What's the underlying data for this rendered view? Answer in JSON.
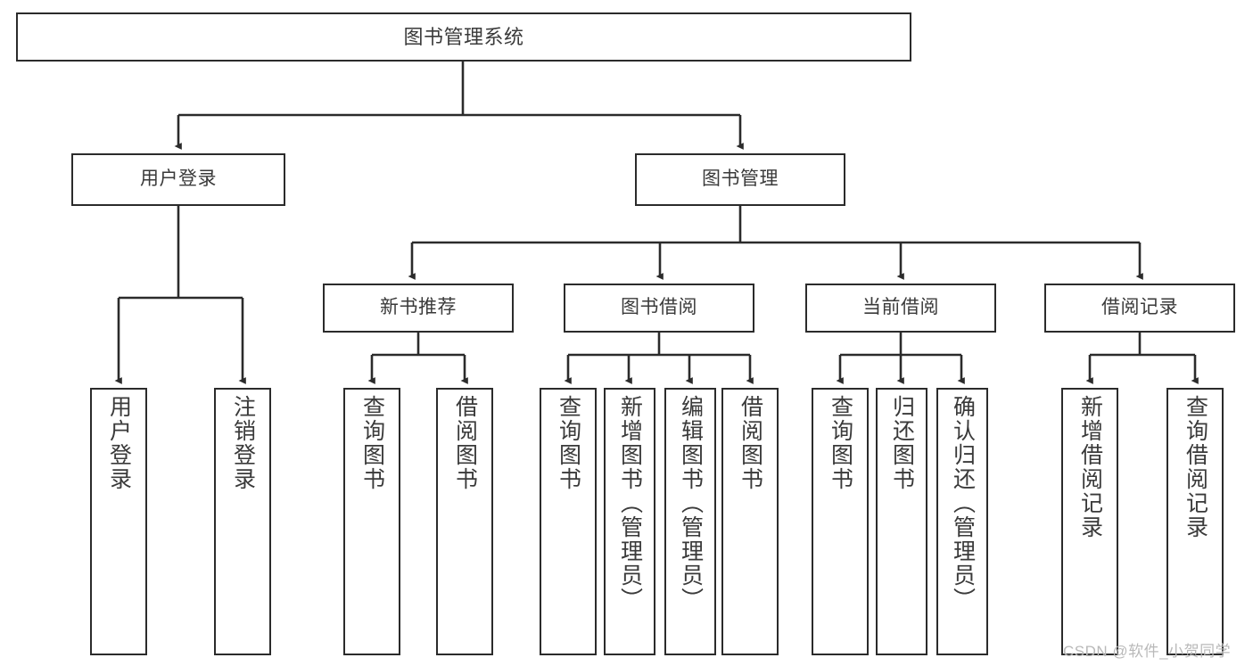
{
  "diagram": {
    "title": "图书管理系统",
    "type": "hierarchy-tree",
    "nodes": {
      "root": {
        "label": "图书管理系统"
      },
      "level1": [
        {
          "id": "user-login",
          "label": "用户登录"
        },
        {
          "id": "book-manage",
          "label": "图书管理"
        }
      ],
      "level2": [
        {
          "id": "new-book-recommend",
          "label": "新书推荐"
        },
        {
          "id": "book-borrow",
          "label": "图书借阅"
        },
        {
          "id": "current-borrow",
          "label": "当前借阅"
        },
        {
          "id": "borrow-record",
          "label": "借阅记录"
        }
      ],
      "leaves": {
        "user_login": [
          {
            "id": "leaf-user-login",
            "label": "用户登录"
          },
          {
            "id": "leaf-logout-login",
            "label": "注销登录"
          }
        ],
        "new_book_recommend": [
          {
            "id": "leaf-query-book-1",
            "label": "查询图书"
          },
          {
            "id": "leaf-borrow-book-1",
            "label": "借阅图书"
          }
        ],
        "book_borrow": [
          {
            "id": "leaf-query-book-2",
            "label": "查询图书"
          },
          {
            "id": "leaf-add-book",
            "label": "新增图书（管理员）"
          },
          {
            "id": "leaf-edit-book",
            "label": "编辑图书（管理员）"
          },
          {
            "id": "leaf-borrow-book-2",
            "label": "借阅图书"
          }
        ],
        "current_borrow": [
          {
            "id": "leaf-query-book-3",
            "label": "查询图书"
          },
          {
            "id": "leaf-return-book",
            "label": "归还图书"
          },
          {
            "id": "leaf-confirm-return",
            "label": "确认归还（管理员）"
          }
        ],
        "borrow_record": [
          {
            "id": "leaf-add-record",
            "label": "新增借阅记录"
          },
          {
            "id": "leaf-query-record",
            "label": "查询借阅记录"
          }
        ]
      }
    },
    "colors": {
      "stroke": "#2b2b2b",
      "text": "#3a3a3a",
      "background": "#ffffff",
      "watermark": "#b9b9b9"
    }
  },
  "watermark": {
    "text": "CSDN @软件_小贺同学"
  }
}
